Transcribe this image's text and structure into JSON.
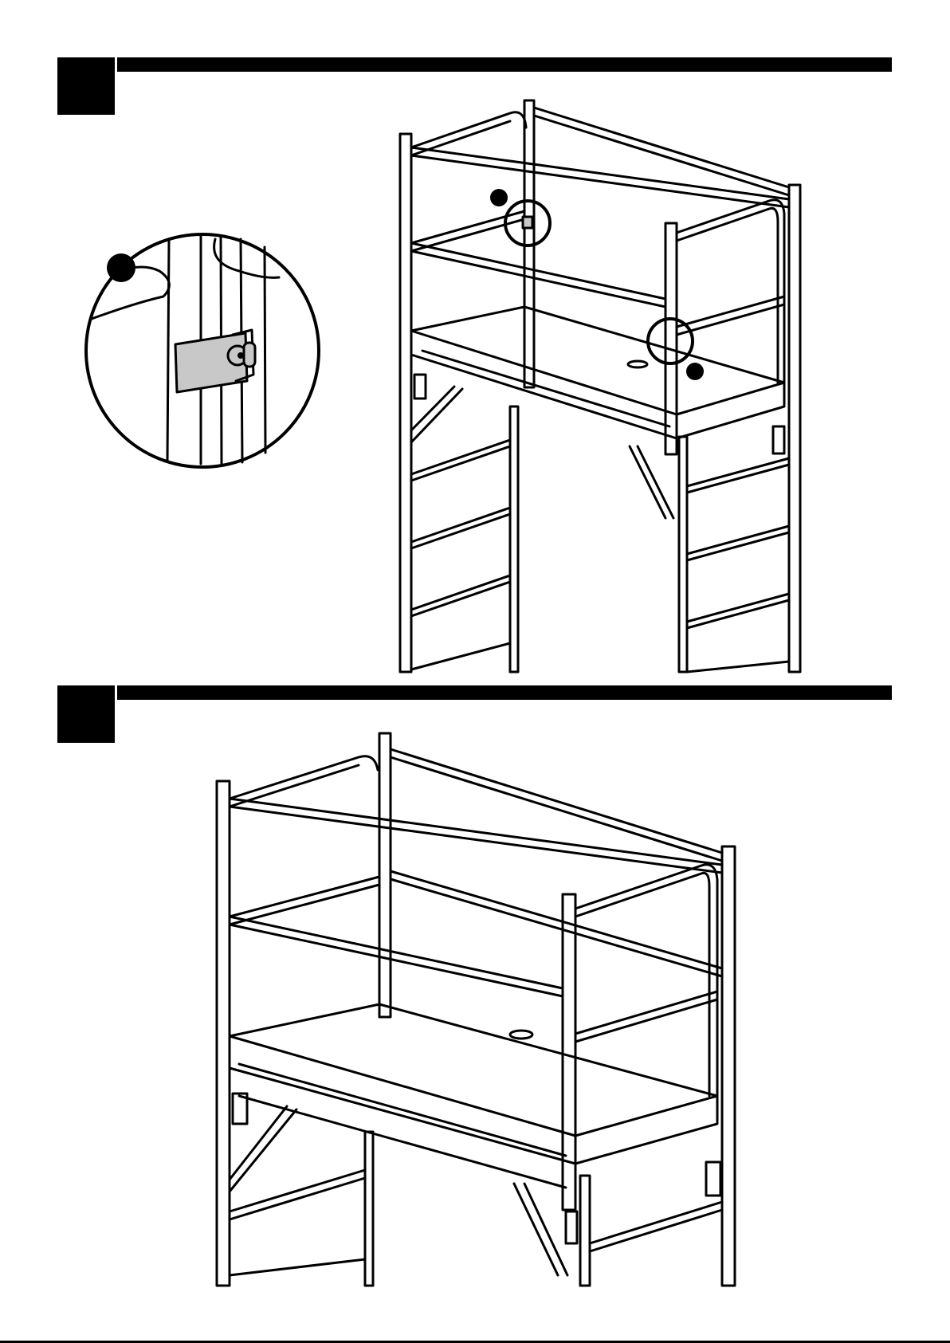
{
  "page": {
    "background": "#ffffff",
    "ink": "#000000",
    "highlight_fill": "#c8c8c8"
  },
  "steps": [
    {
      "number": "",
      "illustration": "scaffold-guardrail-installation-with-detail-inset",
      "callouts": [
        "detail-circle-marker",
        "upper-clip-marker",
        "lower-clip-marker"
      ]
    },
    {
      "number": "",
      "illustration": "scaffold-with-guardrails-installed"
    }
  ]
}
